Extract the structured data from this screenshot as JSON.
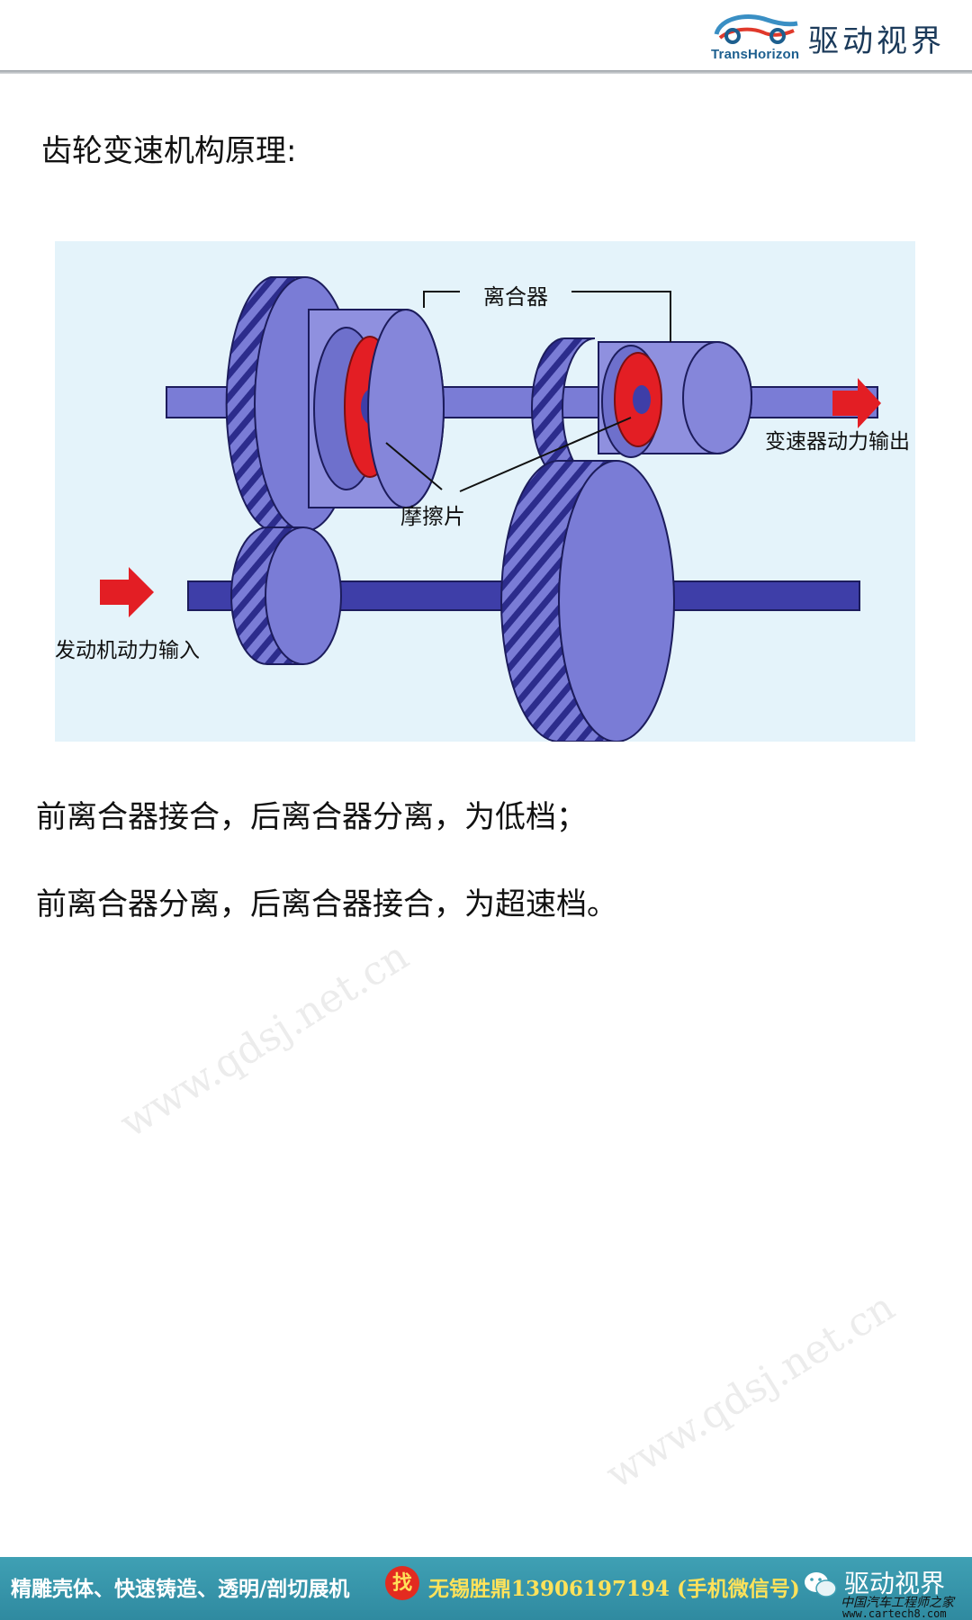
{
  "header": {
    "brand_en": "TransHorizon",
    "brand_cn": "驱动视界"
  },
  "slide": {
    "title": "齿轮变速机构原理:",
    "lines": [
      "前离合器接合，后离合器分离，为低档；",
      "前离合器分离，后离合器接合，为超速档。"
    ]
  },
  "diagram": {
    "labels": {
      "clutch": "离合器",
      "friction_plate": "摩擦片",
      "output": "变速器动力输出",
      "input": "发动机动力输入"
    },
    "colors": {
      "background": "#e4f3fa",
      "gear_body": "#7a7cd6",
      "gear_dark": "#2c2c8c",
      "friction": "#e31e24",
      "arrow": "#e31e24"
    }
  },
  "watermark": "www.qdsj.net.cn",
  "footer": {
    "ad_text": "精雕壳体、快速铸造、透明/剖切展机",
    "find_badge": "找",
    "contact": "无锡胜鼎13906197194 (手机微信号)",
    "wechat_icon": "wechat-icon",
    "wechat_name": "驱动视界",
    "cartech_logo": "中国汽车工程师之家",
    "cartech_url": "www.cartech8.com"
  }
}
